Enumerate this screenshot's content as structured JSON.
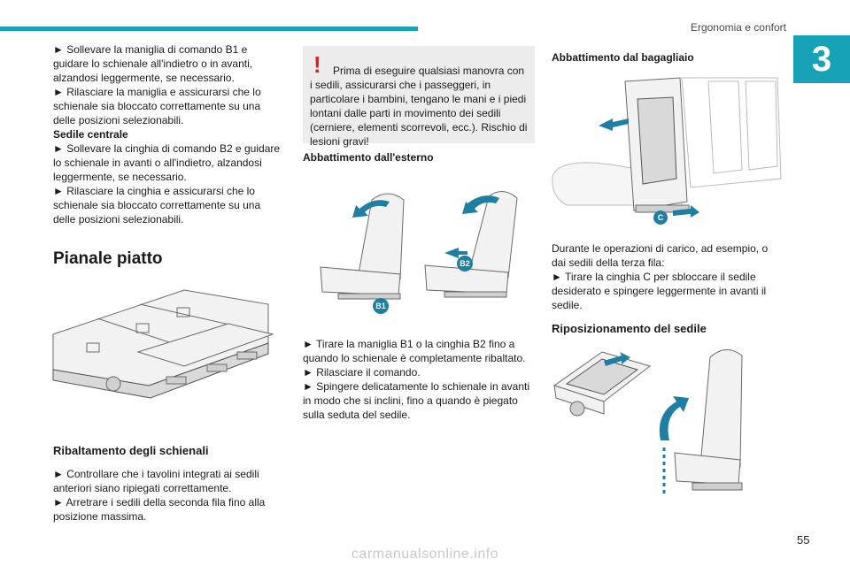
{
  "header": {
    "section_title": "Ergonomia e confort",
    "chapter_number": "3"
  },
  "page": {
    "number": "55",
    "watermark": "carmanualsonline.info"
  },
  "col1": {
    "p1": "► Sollevare la maniglia di comando B1 e guidare lo schienale all'indietro o in avanti, alzandosi leggermente, se necessario.",
    "p2": "► Rilasciare la maniglia e assicurarsi che lo schienale sia bloccato correttamente su una delle posizioni selezionabili.",
    "sub1": "Sedile centrale",
    "p3": "► Sollevare la cinghia di comando B2 e guidare lo schienale in avanti o all'indietro, alzandosi leggermente, se necessario.",
    "p4": "► Rilasciare la cinghia e assicurarsi che lo schienale sia bloccato correttamente su una delle posizioni selezionabili.",
    "h_flat": "Pianale piatto",
    "h_fold": "Ribaltamento degli schienali",
    "p5": "► Controllare che i tavolini integrati ai sedili anteriori siano ripiegati correttamente.",
    "p6": "► Arretrare i sedili della seconda fila fino alla posizione massima."
  },
  "col2": {
    "warning": "Prima di eseguire qualsiasi manovra con i sedili, assicurarsi che i passeggeri, in particolare i bambini, tengano le mani e i piedi lontani dalle parti in movimento dei sedili (cerniere, elementi scorrevoli, ecc.). Rischio di lesioni gravi!",
    "h_outside": "Abbattimento dall'esterno",
    "badge_b1": "B1",
    "badge_b2": "B2",
    "p1": "► Tirare la maniglia B1 o la cinghia B2 fino a quando lo schienale è completamente ribaltato.",
    "p2": "► Rilasciare il comando.",
    "p3": "► Spingere delicatamente lo schienale in avanti in modo che si inclini, fino a quando è piegato sulla seduta del sedile."
  },
  "col3": {
    "h_boot": "Abbattimento dal bagagliaio",
    "badge_c": "C",
    "p1": "Durante le operazioni di carico, ad esempio, o dai sedili della terza fila:",
    "p2": "► Tirare la cinghia C per sbloccare il sedile desiderato e spingere leggermente in avanti il sedile.",
    "h_reposition": "Riposizionamento del sedile"
  },
  "colors": {
    "accent": "#17a2b8",
    "warning": "#e0201b",
    "figure_arrow": "#1f7fa3"
  }
}
